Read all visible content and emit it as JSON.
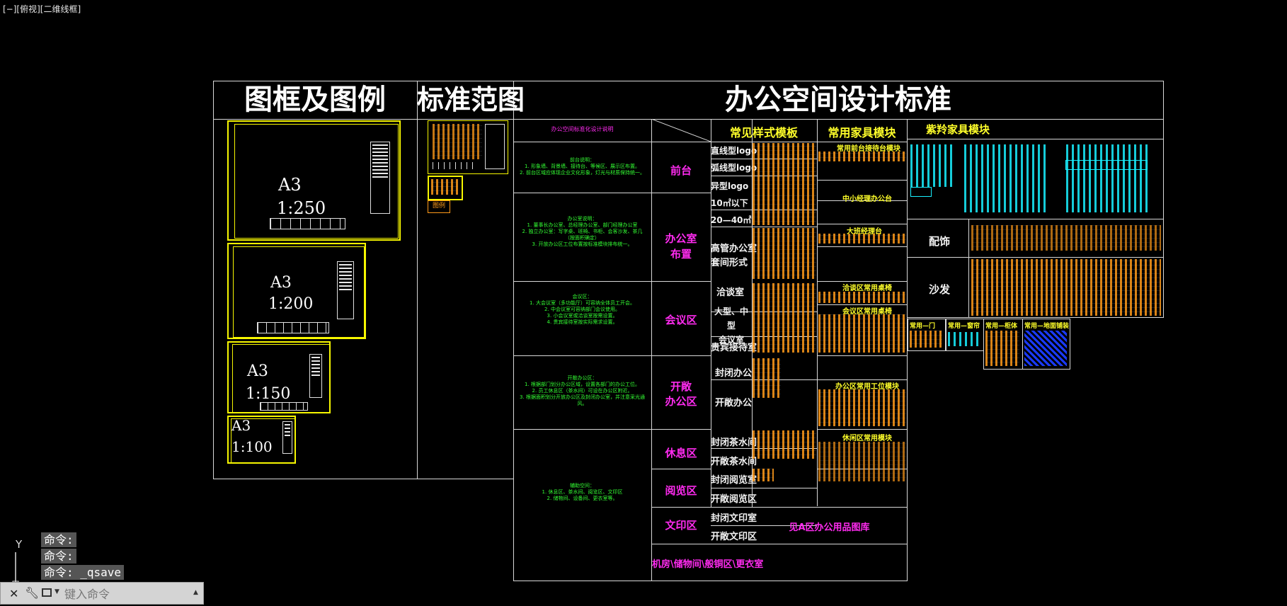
{
  "viewport": {
    "label": "[−][俯视][二维线框]"
  },
  "headers": {
    "legend": "图框及图例",
    "range": "标准范图",
    "standard": "办公空间设计标准"
  },
  "sheets": [
    {
      "size": "A3",
      "scale": "1:250"
    },
    {
      "size": "A3",
      "scale": "1:200"
    },
    {
      "size": "A3",
      "scale": "1:150"
    },
    {
      "size": "A3",
      "scale": "1:100"
    }
  ],
  "range_note": "图例",
  "notes": {
    "top": "办公空间标准化设计说明",
    "reception": "前台说明：\n1. 形象墙、背景墙、接待台、等候区、展示区布置。\n2. 前台区域应体现企业文化形象，灯光与材质保持统一。",
    "office": "办公室说明：\n1. 董事长办公室、总经理办公室、部门经理办公室\n2. 独立办公室：写字桌、班椅、书柜、会客沙发、茶几\n（按面积确定）\n3. 开放办公区工位布置按标准模块排布统一。",
    "meeting": "会议区：\n1. 大会议室（多功能厅）可容纳全体员工开会。\n2. 中会议室可容纳部门会议使用。\n3. 小会议室或洽谈室按需设置。\n4. 贵宾接待室按实际需求设置。",
    "open": "开敞办公区：\n1. 根据部门划分办公区域，设置各部门的办公工位。\n2. 员工休息区（茶水间）可设在办公区附近。\n3. 根据面积划分开放办公区及封闭办公室，并注意采光通风。",
    "other": "辅助空间：\n1. 休息区、茶水间、阅览区、文印区\n2. 储物间、设备间、更衣室等。"
  },
  "categories": {
    "reception": "前台",
    "office": "办公室\n布置",
    "meeting": "会议区",
    "open": "开敞\n办公区",
    "rest": "休息区",
    "reading": "阅览区",
    "print": "文印区",
    "misc": "机房\\储物间\\般铜区\\更衣室"
  },
  "subcats": {
    "r1": "直线型logo",
    "r2": "弧线型logo",
    "r3": "异型logo",
    "o1": "10㎡以下",
    "o2": "20—40㎡",
    "o3": "高管办公室\n套间形式",
    "m1": "洽谈室",
    "m2": "大型、中型\n会议室",
    "m3": "贵宾接待室",
    "p1": "封闭办公",
    "p2": "开敞办公",
    "s1": "封闭茶水间",
    "s2": "开敞茶水间",
    "d1": "封闭阅览室",
    "d2": "开敞阅览区",
    "f1": "封闭文印室",
    "f2": "开敞文印区"
  },
  "col_headers": {
    "template": "常见样式模板",
    "furniture": "常用家具模块",
    "recommended": "紫羚家具模块"
  },
  "furniture_labels": {
    "reception": "常用前台接待台模块",
    "mid_office": "中小经理办公台",
    "big_office": "大班经理台",
    "negotiation": "洽谈区常用桌椅",
    "meeting": "会议区常用桌椅",
    "office_station": "办公区常用工位模块",
    "rest": "休闲区常用模块"
  },
  "print_note": "见A区办公用品图库",
  "right_labels": {
    "decor": "配饰",
    "sofa": "沙发"
  },
  "bottom_blocks": [
    "常用—门",
    "常用—窗帘",
    "常用—柜体",
    "常用—地面铺装"
  ],
  "command": {
    "lines": [
      "命令:",
      "命令:",
      "命令: _qsave"
    ],
    "placeholder": "键入命令"
  },
  "ucs": {
    "axis": "Y"
  },
  "colors": {
    "background": "#000000",
    "magenta": "#ff2bf0",
    "yellow": "#ffff2a",
    "green": "#33ff33",
    "cyan": "#19f0ff",
    "orange": "#ff9a1a"
  }
}
